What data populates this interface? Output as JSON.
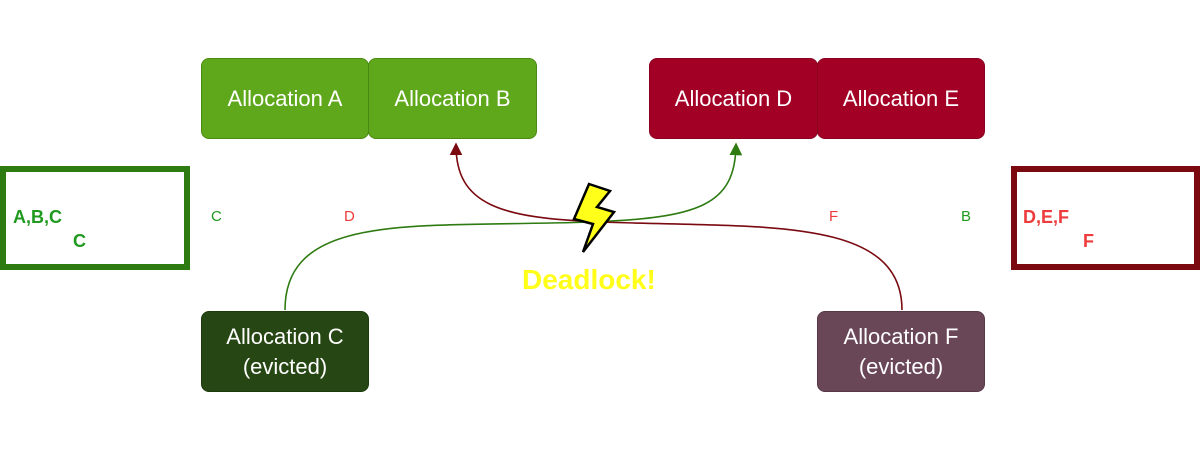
{
  "allocations": {
    "a": "Allocation A",
    "b": "Allocation B",
    "c_line1": "Allocation C",
    "c_line2": "(evicted)",
    "d": "Allocation D",
    "e": "Allocation E",
    "f_line1": "Allocation F",
    "f_line2": "(evicted)"
  },
  "left_map": {
    "line1": "A,B,C",
    "line2": "C",
    "key_label": "C",
    "value_label": "D"
  },
  "right_map": {
    "line1": "D,E,F",
    "line2": "F",
    "key_label": "F",
    "value_label": "B"
  },
  "status": "Deadlock!",
  "colors": {
    "green": "#5fa81c",
    "red": "#a30026",
    "dark_green": "#264713",
    "mauve": "#6a4757",
    "bolt": "#ffff1a",
    "arrow_green": "#2e7b12",
    "arrow_red": "#7a0a10"
  },
  "icons": {
    "bolt": "lightning-bolt-icon"
  }
}
